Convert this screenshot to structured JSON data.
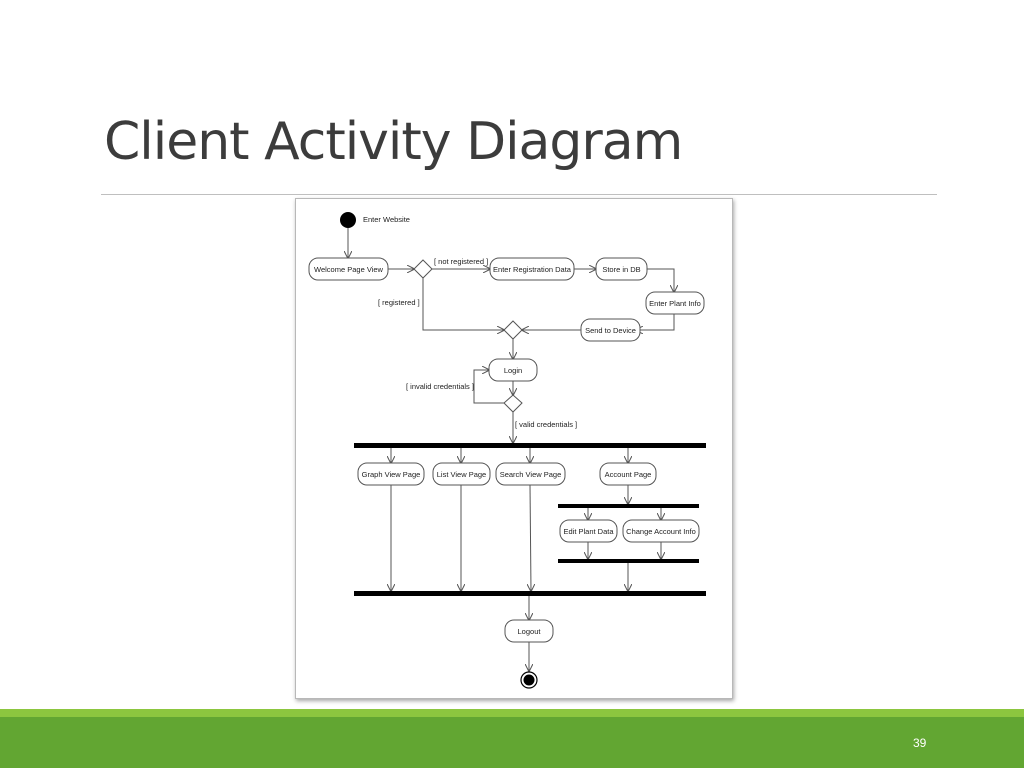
{
  "slide": {
    "title": "Client Activity Diagram",
    "page_number": "39"
  },
  "diagram": {
    "start_label": "Enter Website",
    "activities": {
      "welcome": "Welcome Page View",
      "enter_registration": "Enter Registration Data",
      "store_db": "Store in DB",
      "enter_plant": "Enter Plant Info",
      "send_device": "Send to Device",
      "login": "Login",
      "graph_view": "Graph View Page",
      "list_view": "List View Page",
      "search_view": "Search View Page",
      "account_page": "Account Page",
      "edit_plant": "Edit Plant Data",
      "change_account": "Change Account Info",
      "logout": "Logout"
    },
    "guards": {
      "not_registered": "[ not registered ]",
      "registered": "[ registered ]",
      "invalid_credentials": "[ invalid credentials ]",
      "valid_credentials": "[ valid credentials ]"
    }
  }
}
